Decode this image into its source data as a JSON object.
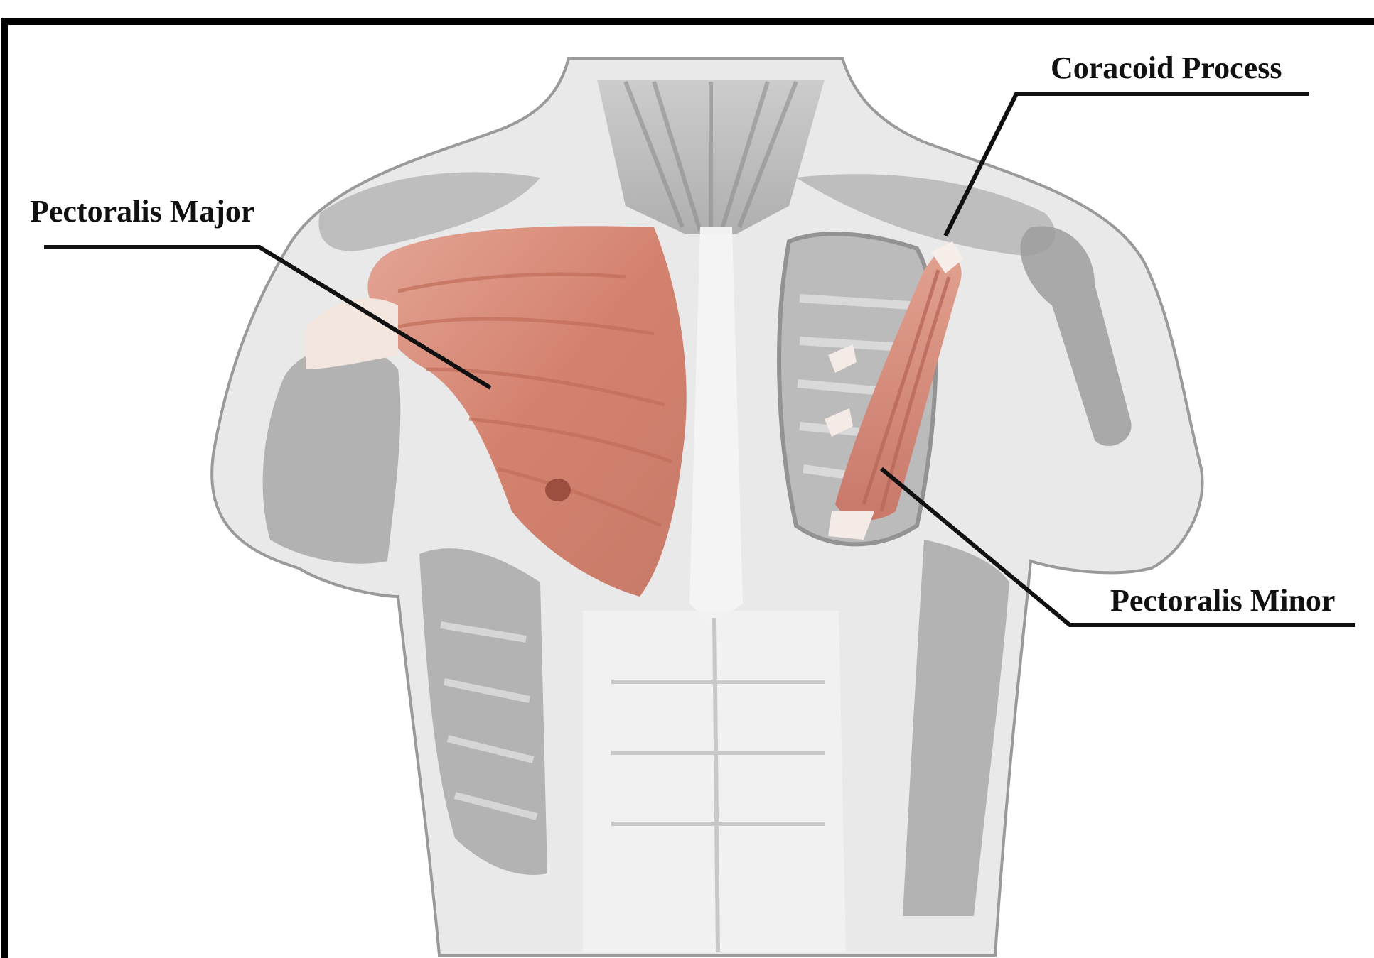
{
  "labels": {
    "pectoralis_major": "Pectoralis Major",
    "coracoid_process": "Coracoid Process",
    "pectoralis_minor": "Pectoralis Minor"
  },
  "colors": {
    "frame": "#000000",
    "skin_outline": "#9a9a9a",
    "body_fill": "#e6e6e6",
    "muscle_gray": "#b8b8b8",
    "muscle_dark": "#8e8e8e",
    "muscle_red": "#d58a78",
    "muscle_red_dark": "#c06d5a",
    "tendon": "#f2e8e2",
    "leader_line": "#111111"
  }
}
